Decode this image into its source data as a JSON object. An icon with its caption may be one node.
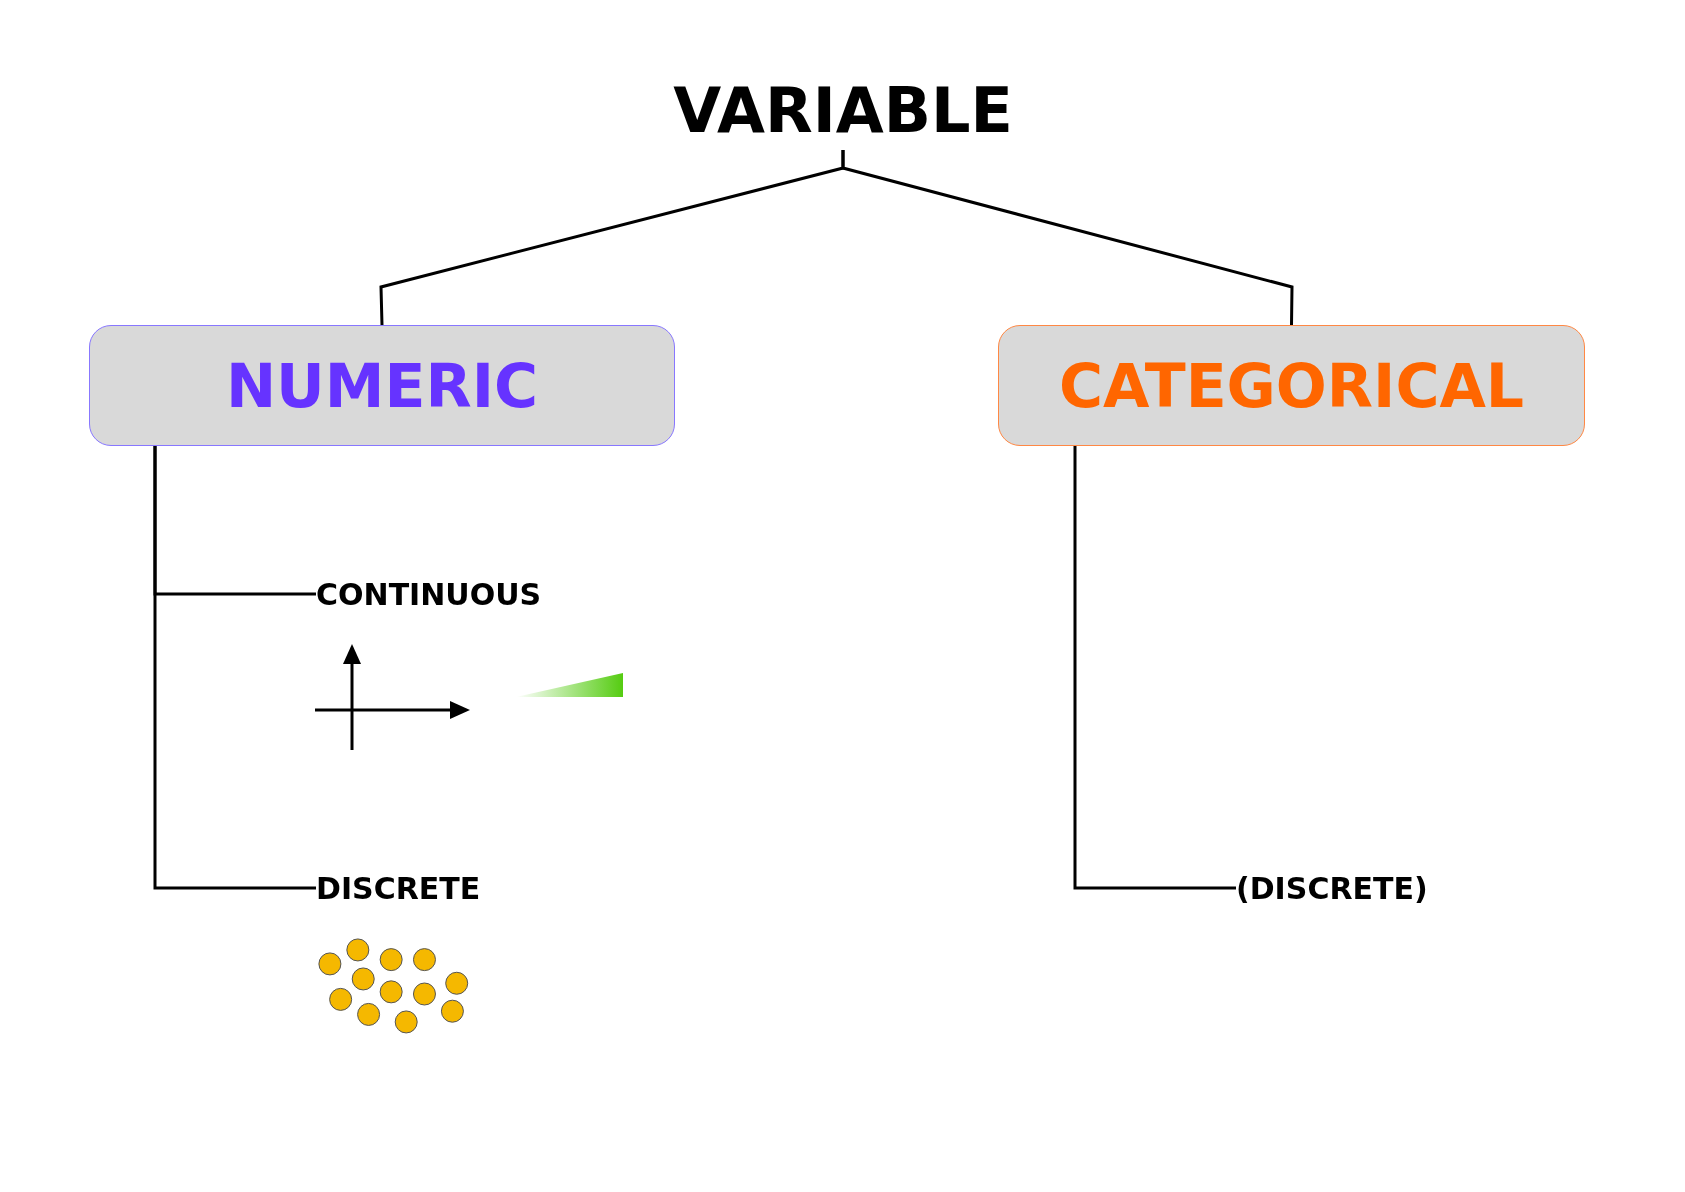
{
  "diagram": {
    "nodes": [
      {
        "text": [
          "VARIABLE"
        ]
      },
      {
        "text": [
          "NUMERIC"
        ]
      },
      {
        "text": [
          "CATEGORICAL"
        ]
      },
      {
        "text": [
          "CONTINUOUS"
        ]
      },
      {
        "text": [
          "DISCRETE"
        ]
      },
      {
        "text": [
          "(DISCRETE)"
        ]
      }
    ],
    "edges": [
      {
        "from": 0,
        "to": 1,
        "arrow": "none"
      },
      {
        "from": 0,
        "to": 2,
        "arrow": "none"
      },
      {
        "from": 1,
        "to": 3,
        "arrow": "none"
      },
      {
        "from": 1,
        "to": 4,
        "arrow": "none"
      },
      {
        "from": 2,
        "to": 5,
        "arrow": "none"
      }
    ]
  }
}
